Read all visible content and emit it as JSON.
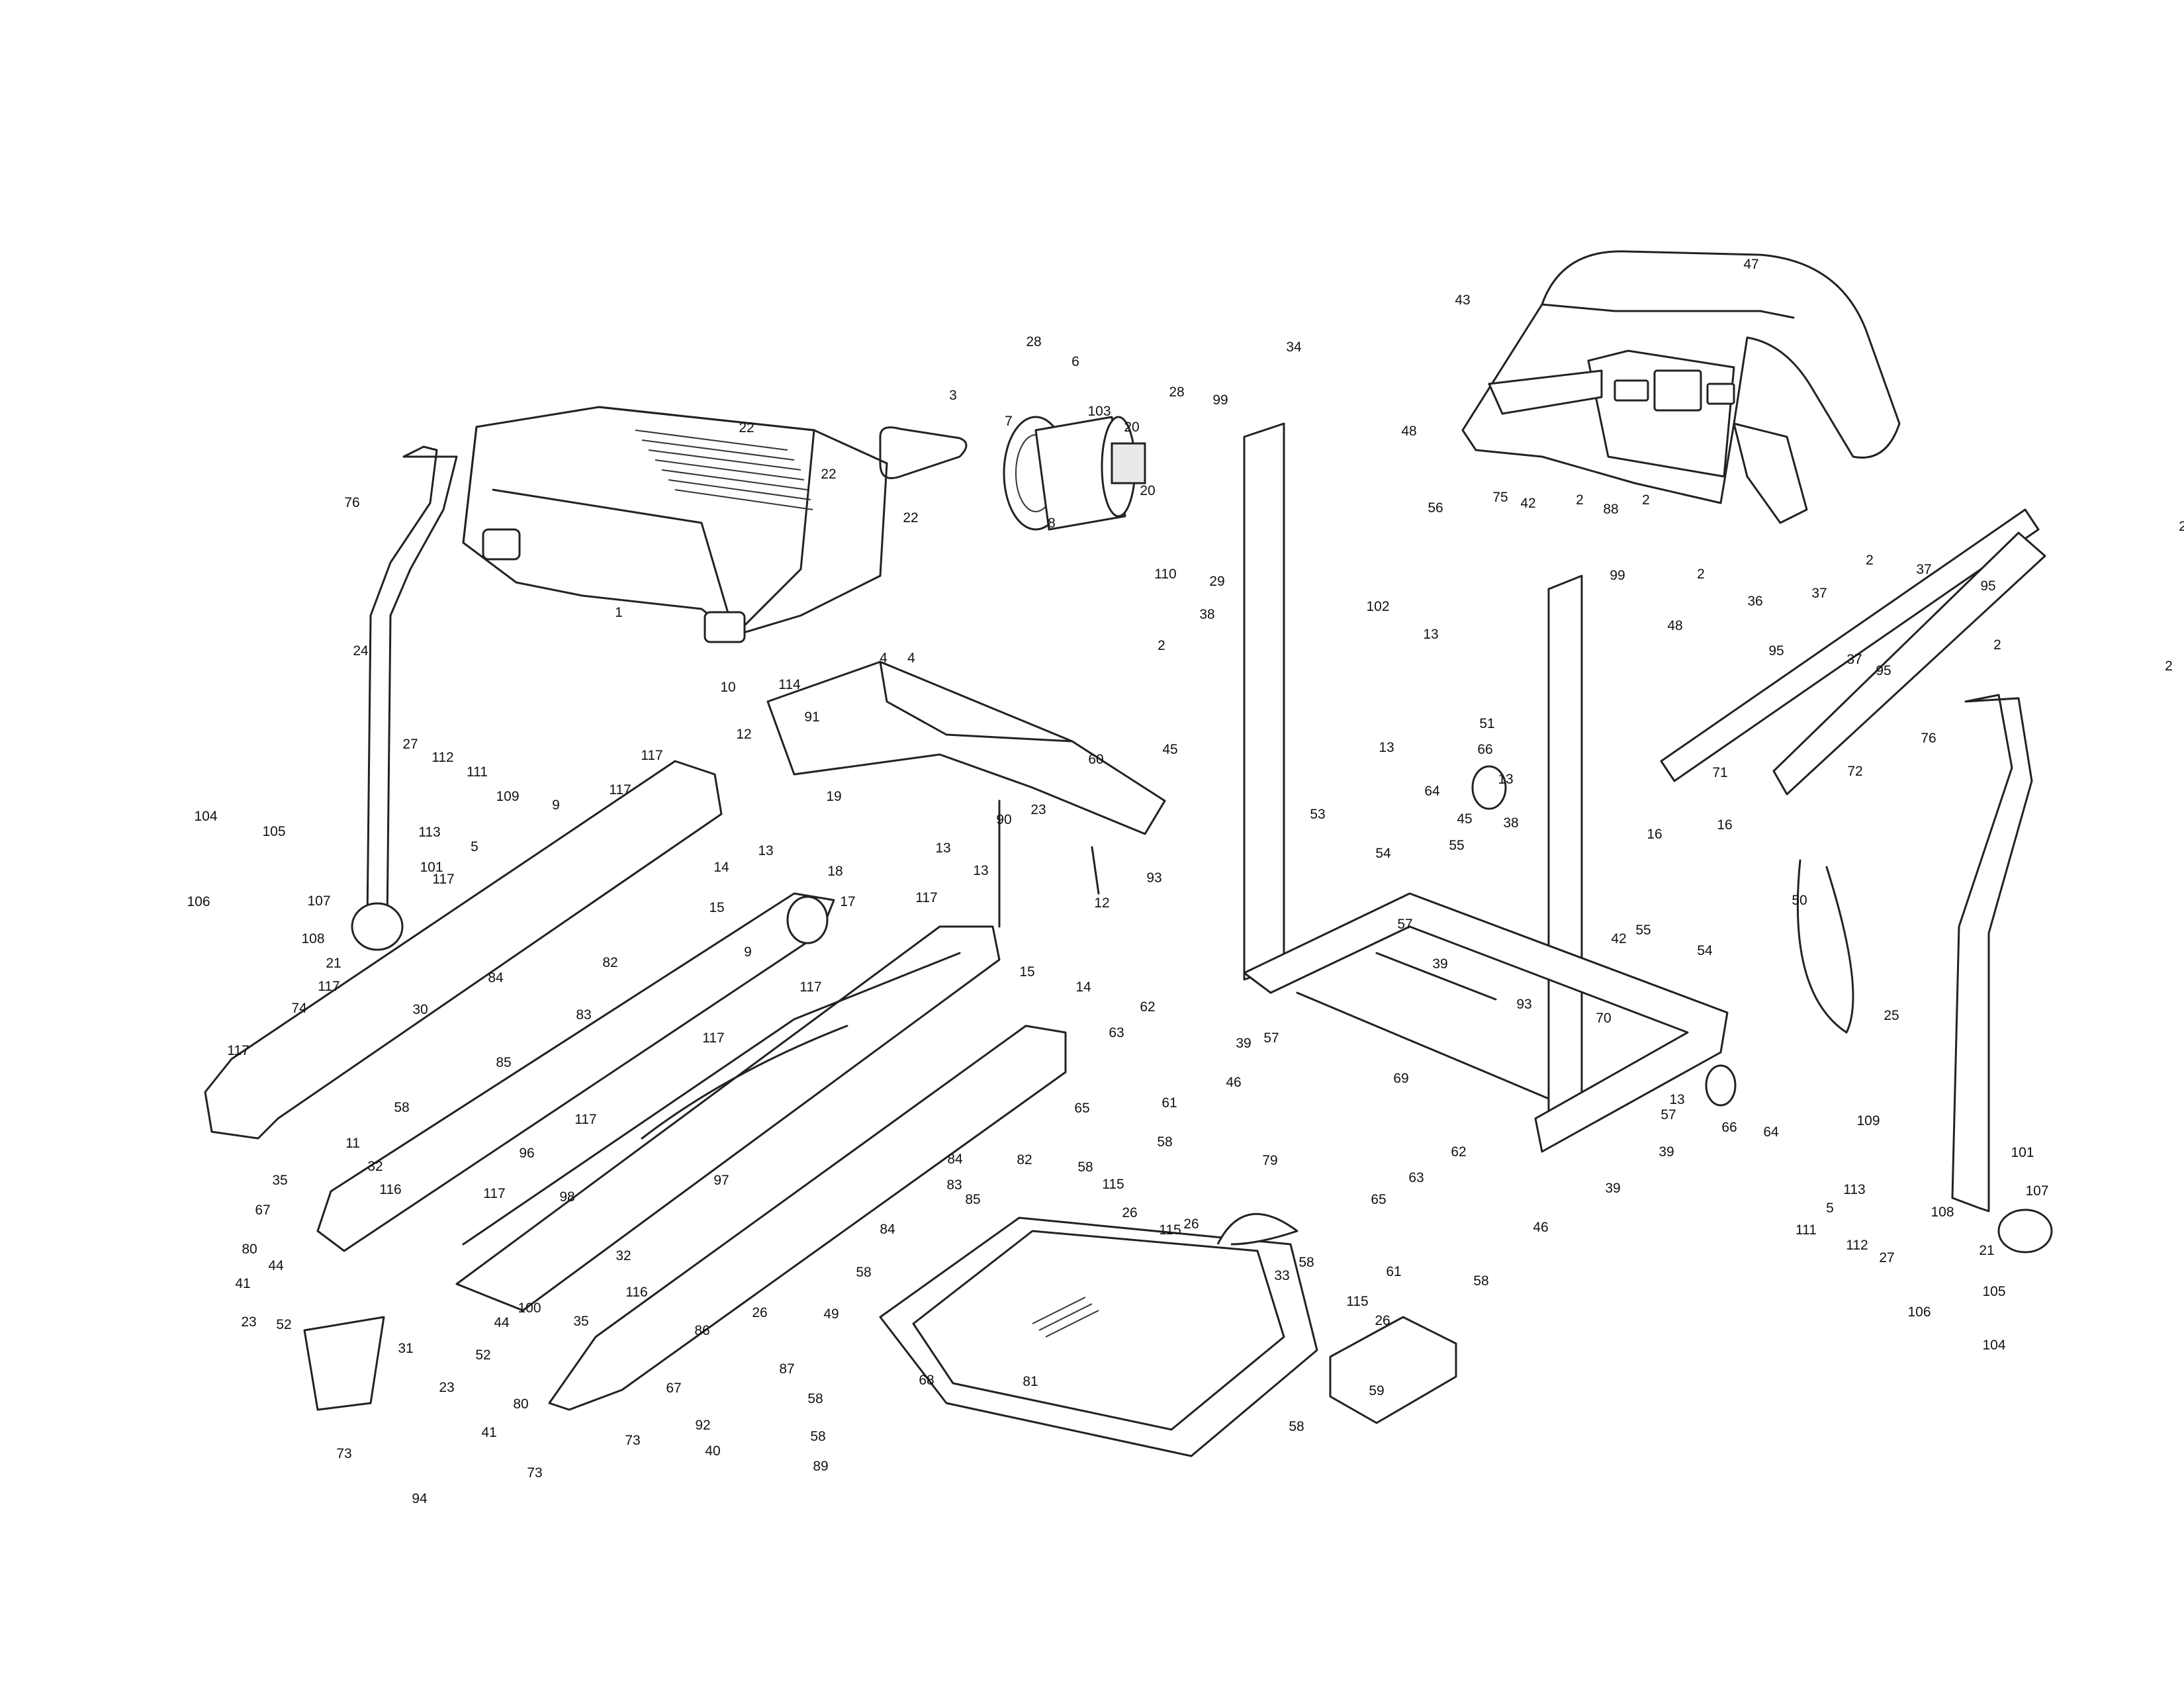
{
  "part_labels": [
    "1",
    "2",
    "3",
    "4",
    "5",
    "6",
    "7",
    "8",
    "9",
    "10",
    "11",
    "12",
    "13",
    "14",
    "15",
    "16",
    "17",
    "18",
    "19",
    "20",
    "21",
    "22",
    "23",
    "24",
    "25",
    "26",
    "27",
    "28",
    "29",
    "30",
    "31",
    "32",
    "33",
    "34",
    "35",
    "36",
    "37",
    "38",
    "39",
    "40",
    "41",
    "42",
    "43",
    "44",
    "45",
    "46",
    "47",
    "48",
    "49",
    "50",
    "51",
    "52",
    "53",
    "54",
    "55",
    "56",
    "57",
    "58",
    "59",
    "60",
    "61",
    "62",
    "63",
    "64",
    "65",
    "66",
    "67",
    "68",
    "69",
    "70",
    "71",
    "72",
    "73",
    "74",
    "75",
    "76",
    "79",
    "80",
    "81",
    "82",
    "83",
    "84",
    "85",
    "86",
    "87",
    "88",
    "89",
    "90",
    "91",
    "92",
    "93",
    "94",
    "95",
    "96",
    "97",
    "98",
    "99",
    "100",
    "101",
    "102",
    "103",
    "104",
    "105",
    "106",
    "107",
    "108",
    "109",
    "110",
    "111",
    "112",
    "113",
    "114",
    "115",
    "116",
    "117"
  ]
}
